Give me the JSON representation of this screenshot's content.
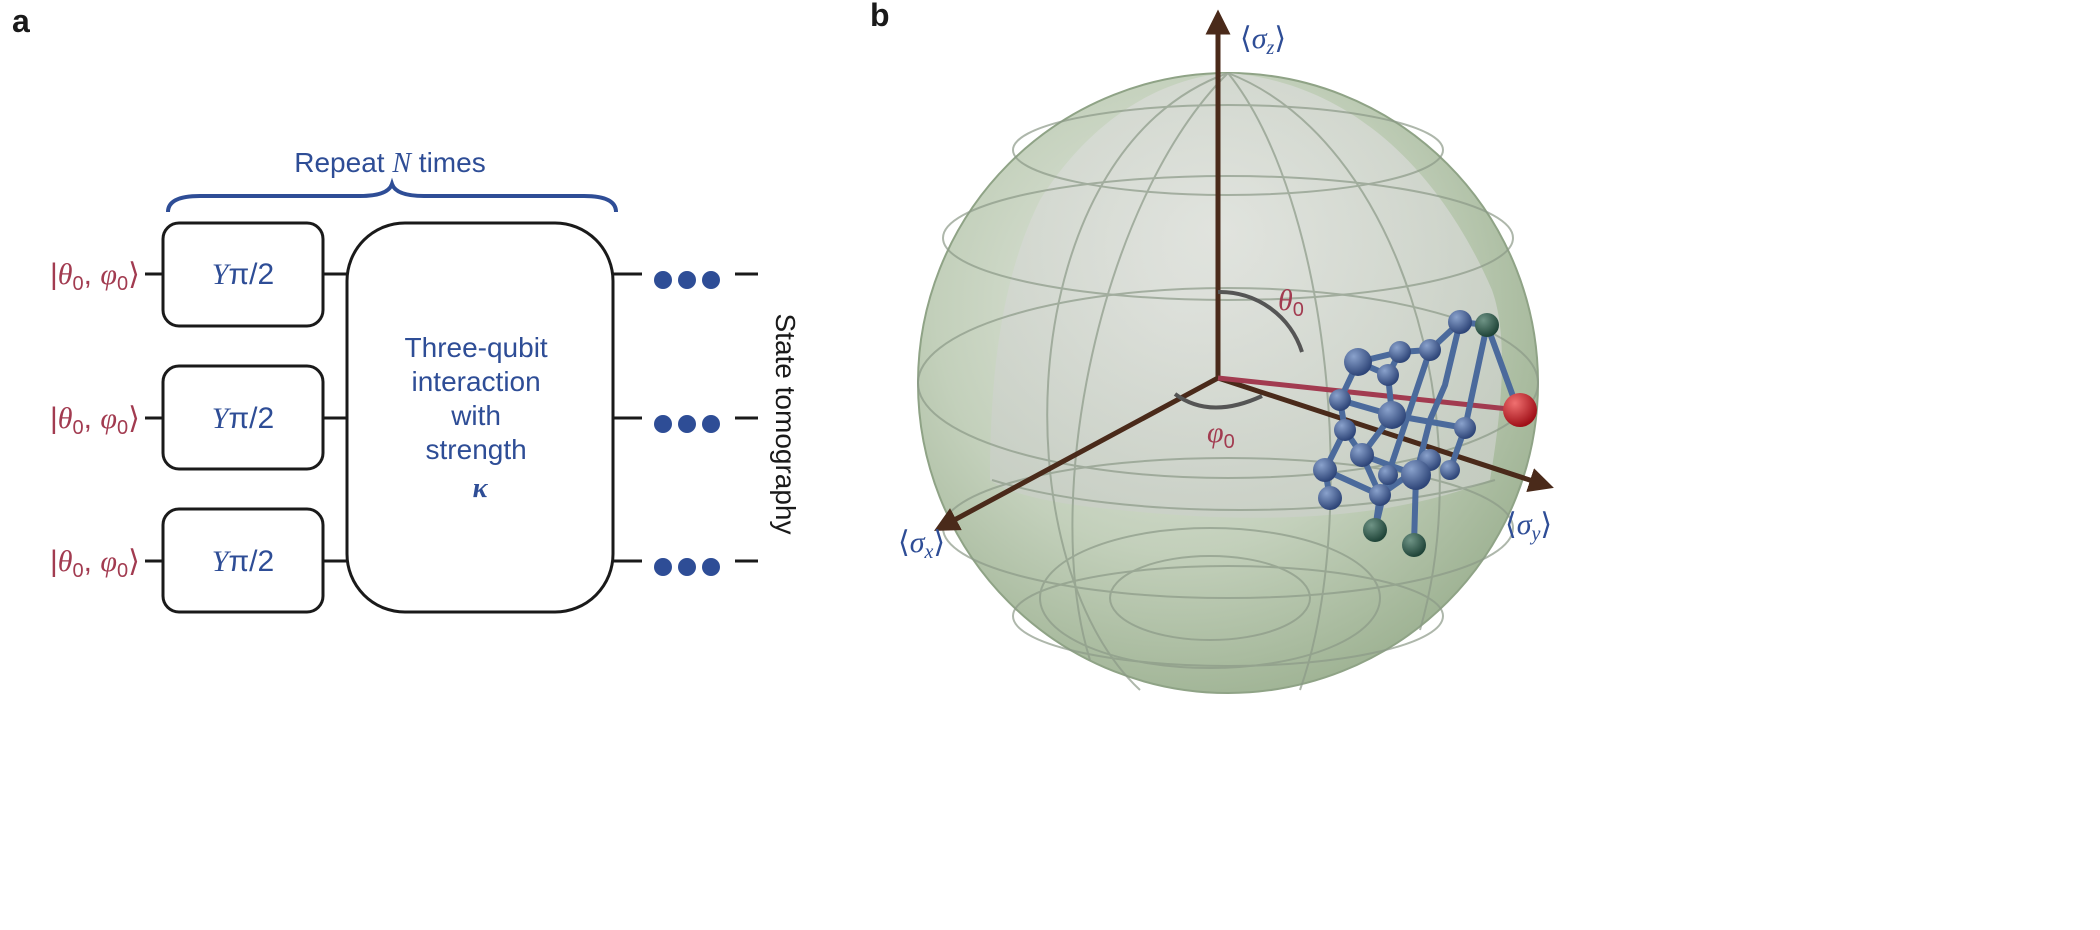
{
  "colors": {
    "wire": "#1a1a1a",
    "blue": "#2e4d96",
    "red": "#a23b50",
    "axis": "#4a2a1a",
    "sphere_fill": "#b7c7ae",
    "sphere_inner": "#d6dcd3",
    "node_blue": "#3d5a8e",
    "node_green": "#2e5a4c",
    "node_red": "#c8242b"
  },
  "panel_a": {
    "label": "a",
    "repeat_label": {
      "pre": "Repeat ",
      "n": "N",
      "post": " times"
    },
    "input_state": {
      "open": "|",
      "theta": "θ",
      "sub": "0",
      "sep": ", ",
      "phi": "φ",
      "close": "⟩"
    },
    "gate_label": {
      "y": "Y",
      "rest": "π/2"
    },
    "interaction_lines": [
      "Three-qubit",
      "interaction",
      "with",
      "strength",
      "κ"
    ],
    "readout_label": "State tomography"
  },
  "panel_b": {
    "label": "b",
    "axis_z": {
      "open": "⟨",
      "sigma": "σ",
      "sub": "z",
      "close": "⟩"
    },
    "axis_x": {
      "open": "⟨",
      "sigma": "σ",
      "sub": "x",
      "close": "⟩"
    },
    "axis_y": {
      "open": "⟨",
      "sigma": "σ",
      "sub": "y",
      "close": "⟩"
    },
    "theta_label": {
      "sym": "θ",
      "sub": "0"
    },
    "phi_label": {
      "sym": "φ",
      "sub": "0"
    }
  }
}
